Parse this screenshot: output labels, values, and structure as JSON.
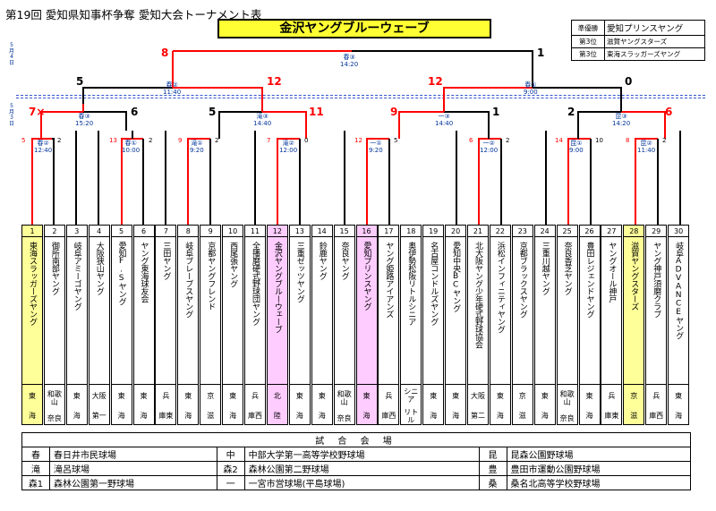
{
  "title": "第19回 愛知県知事杯争奪 愛知大会トーナメント表",
  "banner": "金沢ヤングブルーウェーブ",
  "results": [
    {
      "label": "準優勝",
      "team": "愛知プリンスヤング"
    },
    {
      "label": "第3位",
      "team": "滋賀ヤングスターズ"
    },
    {
      "label": "第3位",
      "team": "東海スラッガーズヤング"
    }
  ],
  "dates": {
    "upper": "5月4日",
    "lower": "5月3日"
  },
  "teams": [
    {
      "num": "1",
      "name": "東海スラッガーズヤング",
      "region": [
        "東",
        "海"
      ],
      "hl": "yellow"
    },
    {
      "num": "2",
      "name": "御所南部ヤング",
      "region": [
        "和歌山",
        "奈良"
      ],
      "hl": ""
    },
    {
      "num": "3",
      "name": "岐阜アミーゴヤング",
      "region": [
        "東",
        "海"
      ],
      "hl": ""
    },
    {
      "num": "4",
      "name": "大阪狭山ヤング",
      "region": [
        "大阪",
        "第一"
      ],
      "hl": ""
    },
    {
      "num": "5",
      "name": "愛知F.Sヤング",
      "region": [
        "東",
        "海"
      ],
      "hl": ""
    },
    {
      "num": "6",
      "name": "ヤング東海球友会",
      "region": [
        "東",
        "海"
      ],
      "hl": ""
    },
    {
      "num": "7",
      "name": "三田ヤング",
      "region": [
        "兵",
        "庫東"
      ],
      "hl": ""
    },
    {
      "num": "8",
      "name": "岐阜ブレーブスヤング",
      "region": [
        "東",
        "海"
      ],
      "hl": ""
    },
    {
      "num": "9",
      "name": "京都ヤングフレンド",
      "region": [
        "京",
        "滋"
      ],
      "hl": ""
    },
    {
      "num": "10",
      "name": "西尾張ヤング",
      "region": [
        "東",
        "海"
      ],
      "hl": ""
    },
    {
      "num": "11",
      "name": "全播磨硬式野球団ヤング",
      "region": [
        "兵",
        "庫西"
      ],
      "hl": ""
    },
    {
      "num": "12",
      "name": "金沢ヤングブルーウェーブ",
      "region": [
        "北",
        "陸"
      ],
      "hl": "pink"
    },
    {
      "num": "13",
      "name": "三重ゼッツヤング",
      "region": [
        "東",
        "海"
      ],
      "hl": ""
    },
    {
      "num": "14",
      "name": "鈴鹿ヤング",
      "region": [
        "東",
        "海"
      ],
      "hl": ""
    },
    {
      "num": "15",
      "name": "奈良ヤング",
      "region": [
        "和歌山",
        "奈良"
      ],
      "hl": ""
    },
    {
      "num": "16",
      "name": "愛知プリンスヤング",
      "region": [
        "東",
        "海"
      ],
      "hl": "pink"
    },
    {
      "num": "17",
      "name": "ヤング姫路アイアンズ",
      "region": [
        "兵",
        "庫西"
      ],
      "hl": ""
    },
    {
      "num": "18",
      "name": "奥伊勢松阪リトルシニア",
      "region": [
        "シニア",
        "リトル"
      ],
      "hl": ""
    },
    {
      "num": "19",
      "name": "名古屋コンドルズヤング",
      "region": [
        "東",
        "海"
      ],
      "hl": ""
    },
    {
      "num": "20",
      "name": "愛知中央BCヤング",
      "region": [
        "東",
        "海"
      ],
      "hl": ""
    },
    {
      "num": "21",
      "name": "北大阪ヤング少年硬式野球協会",
      "region": [
        "大阪",
        "第二"
      ],
      "hl": ""
    },
    {
      "num": "22",
      "name": "浜松インフィニティヤング",
      "region": [
        "東",
        "海"
      ],
      "hl": ""
    },
    {
      "num": "23",
      "name": "京都ブラックスヤング",
      "region": [
        "京",
        "滋"
      ],
      "hl": ""
    },
    {
      "num": "24",
      "name": "三重川越ヤング",
      "region": [
        "東",
        "海"
      ],
      "hl": ""
    },
    {
      "num": "25",
      "name": "奈良香芝ヤング",
      "region": [
        "和歌山",
        "奈良"
      ],
      "hl": ""
    },
    {
      "num": "26",
      "name": "豊田レジェンドヤング",
      "region": [
        "東",
        "海"
      ],
      "hl": ""
    },
    {
      "num": "27",
      "name": "ヤングオール神戸",
      "region": [
        "兵",
        "庫東"
      ],
      "hl": ""
    },
    {
      "num": "28",
      "name": "滋賀ヤングスターズ",
      "region": [
        "京",
        "滋"
      ],
      "hl": "yellow"
    },
    {
      "num": "29",
      "name": "ヤング神戸須磨クラブ",
      "region": [
        "兵",
        "庫西"
      ],
      "hl": ""
    },
    {
      "num": "30",
      "name": "岐阜ADVANCEヤング",
      "region": [
        "東",
        "海"
      ],
      "hl": ""
    }
  ],
  "matches": [
    {
      "id": "r1a",
      "venue": "春②",
      "time": "12:40",
      "ls": "5",
      "rs": "2"
    },
    {
      "id": "r1b",
      "venue": "春①",
      "time": "10:00",
      "ls": "13",
      "rs": "2"
    },
    {
      "id": "r1c",
      "venue": "滝①",
      "time": "9:20",
      "ls": "9",
      "rs": "2"
    },
    {
      "id": "r1d",
      "venue": "滝②",
      "time": "12:00",
      "ls": "7",
      "rs": "0"
    },
    {
      "id": "r1e",
      "venue": "一①",
      "time": "9:20",
      "ls": "12",
      "rs": "5"
    },
    {
      "id": "r1f",
      "venue": "一②",
      "time": "12:00",
      "ls": "6",
      "rs": "2"
    },
    {
      "id": "r1g",
      "venue": "昆①",
      "time": "9:00",
      "ls": "14",
      "rs": "10"
    },
    {
      "id": "r1h",
      "venue": "昆②",
      "time": "11:40",
      "ls": "8",
      "rs": "2"
    },
    {
      "id": "r2a",
      "venue": "春③",
      "time": "15:20",
      "ls": "7×",
      "rs": "6"
    },
    {
      "id": "r2b",
      "venue": "滝③",
      "time": "14:40",
      "ls": "5",
      "rs": "11"
    },
    {
      "id": "r2c",
      "venue": "一③",
      "time": "14:40",
      "ls": "9",
      "rs": "1"
    },
    {
      "id": "r2d",
      "venue": "昆③",
      "time": "14:20",
      "ls": "2",
      "rs": "6"
    },
    {
      "id": "sfa",
      "venue": "春②",
      "time": "11:40",
      "ls": "5",
      "rs": "12"
    },
    {
      "id": "sfb",
      "venue": "春①",
      "time": "9:00",
      "ls": "12",
      "rs": "0"
    },
    {
      "id": "final",
      "venue": "春③",
      "time": "14:20",
      "ls": "8",
      "rs": "1"
    }
  ],
  "venue_table": {
    "header": "試 合 会 場",
    "rows": [
      [
        {
          "k": "春",
          "v": "春日井市民球場"
        },
        {
          "k": "中",
          "v": "中部大学第一高等学校野球場"
        },
        {
          "k": "昆",
          "v": "昆森公園野球場"
        }
      ],
      [
        {
          "k": "滝",
          "v": "滝呂球場"
        },
        {
          "k": "森2",
          "v": "森林公園第二野球場"
        },
        {
          "k": "豊",
          "v": "豊田市運動公園野球場"
        }
      ],
      [
        {
          "k": "森1",
          "v": "森林公園第一野球場"
        },
        {
          "k": "一",
          "v": "一宮市営球場(平島球場)"
        },
        {
          "k": "桑",
          "v": "桑名北高等学校野球場"
        }
      ]
    ]
  },
  "colors": {
    "win_line": "#ff0000",
    "line": "#000000",
    "highlight_yellow": "#ffff99",
    "highlight_pink": "#ffccff",
    "banner": "#ffff33",
    "label_blue": "#003399"
  }
}
